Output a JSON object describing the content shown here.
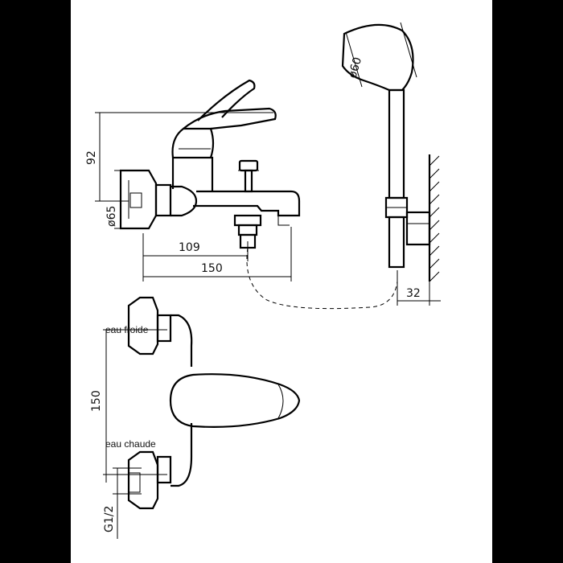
{
  "dimensions": {
    "height_92": "92",
    "diameter_65": "ø65",
    "length_109": "109",
    "length_150_top": "150",
    "wall_32": "32",
    "diameter_60": "ø60",
    "spacing_150": "150",
    "thread_g12": "G1/2"
  },
  "labels": {
    "cold_water": "eau froide",
    "hot_water": "eau chaude"
  }
}
